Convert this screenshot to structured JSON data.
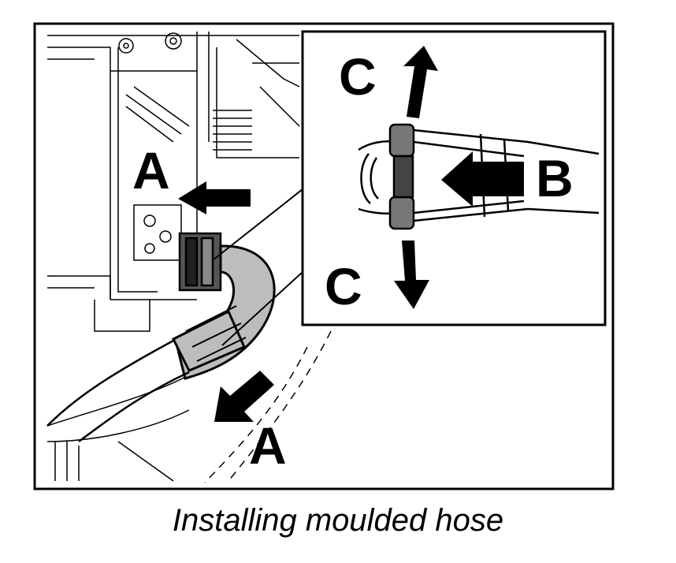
{
  "figure": {
    "caption": "Installing moulded hose",
    "callouts": {
      "a_top": "A",
      "a_bottom": "A",
      "b": "B",
      "c_top": "C",
      "c_bottom": "C"
    }
  },
  "colors": {
    "line": "#000000",
    "hose_fill": "#bdbdbd",
    "background": "#ffffff"
  }
}
